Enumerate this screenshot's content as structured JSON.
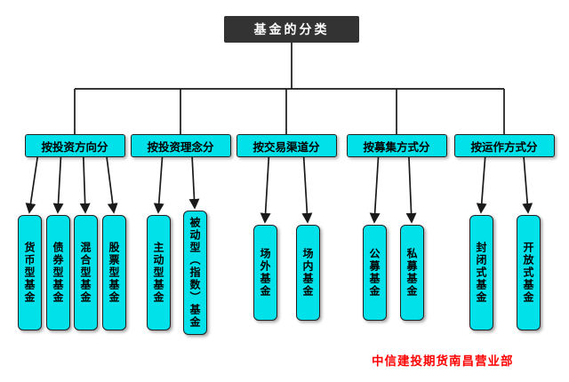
{
  "title": "基金的分类",
  "footer": "中信建投期货南昌营业部",
  "categories": [
    {
      "label": "按投资方向分",
      "children": [
        "货币型基金",
        "债券型基金",
        "混合型基金",
        "股票型基金"
      ]
    },
    {
      "label": "按投资理念分",
      "children": [
        "主动型基金",
        "被动型（指数）基金"
      ]
    },
    {
      "label": "按交易渠道分",
      "children": [
        "场外基金",
        "场内基金"
      ]
    },
    {
      "label": "按募集方式分",
      "children": [
        "公募基金",
        "私募基金"
      ]
    },
    {
      "label": "按运作方式分",
      "children": [
        "封闭式基金",
        "开放式基金"
      ]
    }
  ],
  "colors": {
    "node_fill": "#00E1EA",
    "node_border": "#222222",
    "title_bg": "#333333",
    "title_text": "#FFFFFF",
    "footer_text": "#FF0000",
    "line": "#1A1A1A"
  }
}
